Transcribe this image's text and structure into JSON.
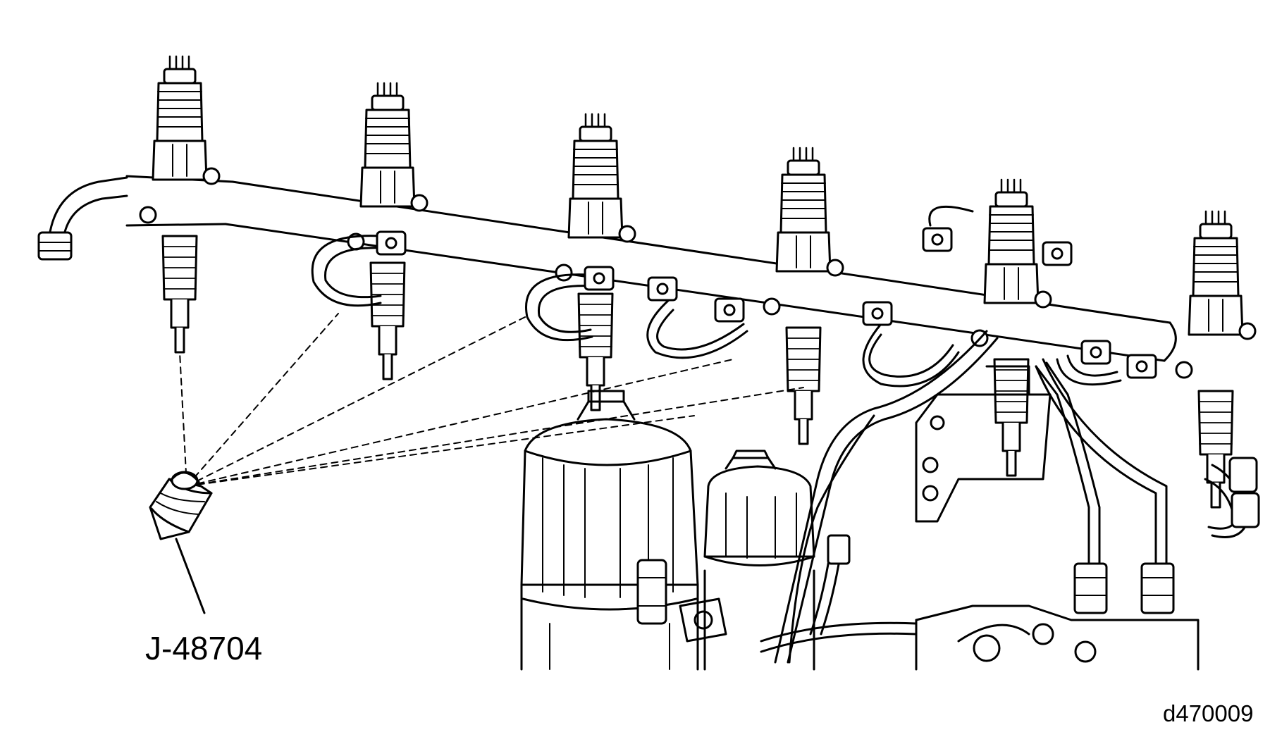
{
  "diagram": {
    "tool_callout": "J-48704",
    "figure_id": "d470009",
    "injector_count": 6,
    "line_color": "#000000",
    "background": "#ffffff"
  }
}
